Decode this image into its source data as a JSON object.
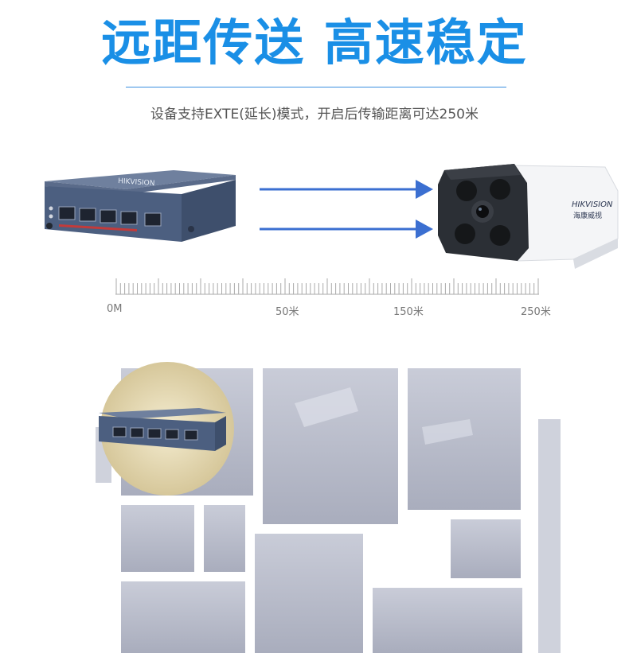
{
  "header": {
    "title": "远距传送 高速稳定",
    "subtitle": "设备支持EXTE(延长)模式，开启后传输距离可达250米"
  },
  "colors": {
    "accent_blue": "#1a8fe6",
    "arrow_blue": "#3b6fd1",
    "rule_blue": "#3b8fe0",
    "device_body": "#4c5f80",
    "floor_wall": "#ffffff",
    "floor_room": "#b8bccb"
  },
  "devices": {
    "switch_brand": "HIKVISION",
    "camera_brand": "HIKVISION",
    "camera_brand_cn": "海康威视"
  },
  "ruler": {
    "labels": [
      "0M",
      "50米",
      "150米",
      "250米"
    ]
  },
  "icons": {
    "switch": "poe-switch-icon",
    "camera": "bullet-camera-icon",
    "arrow": "right-arrow-icon"
  }
}
